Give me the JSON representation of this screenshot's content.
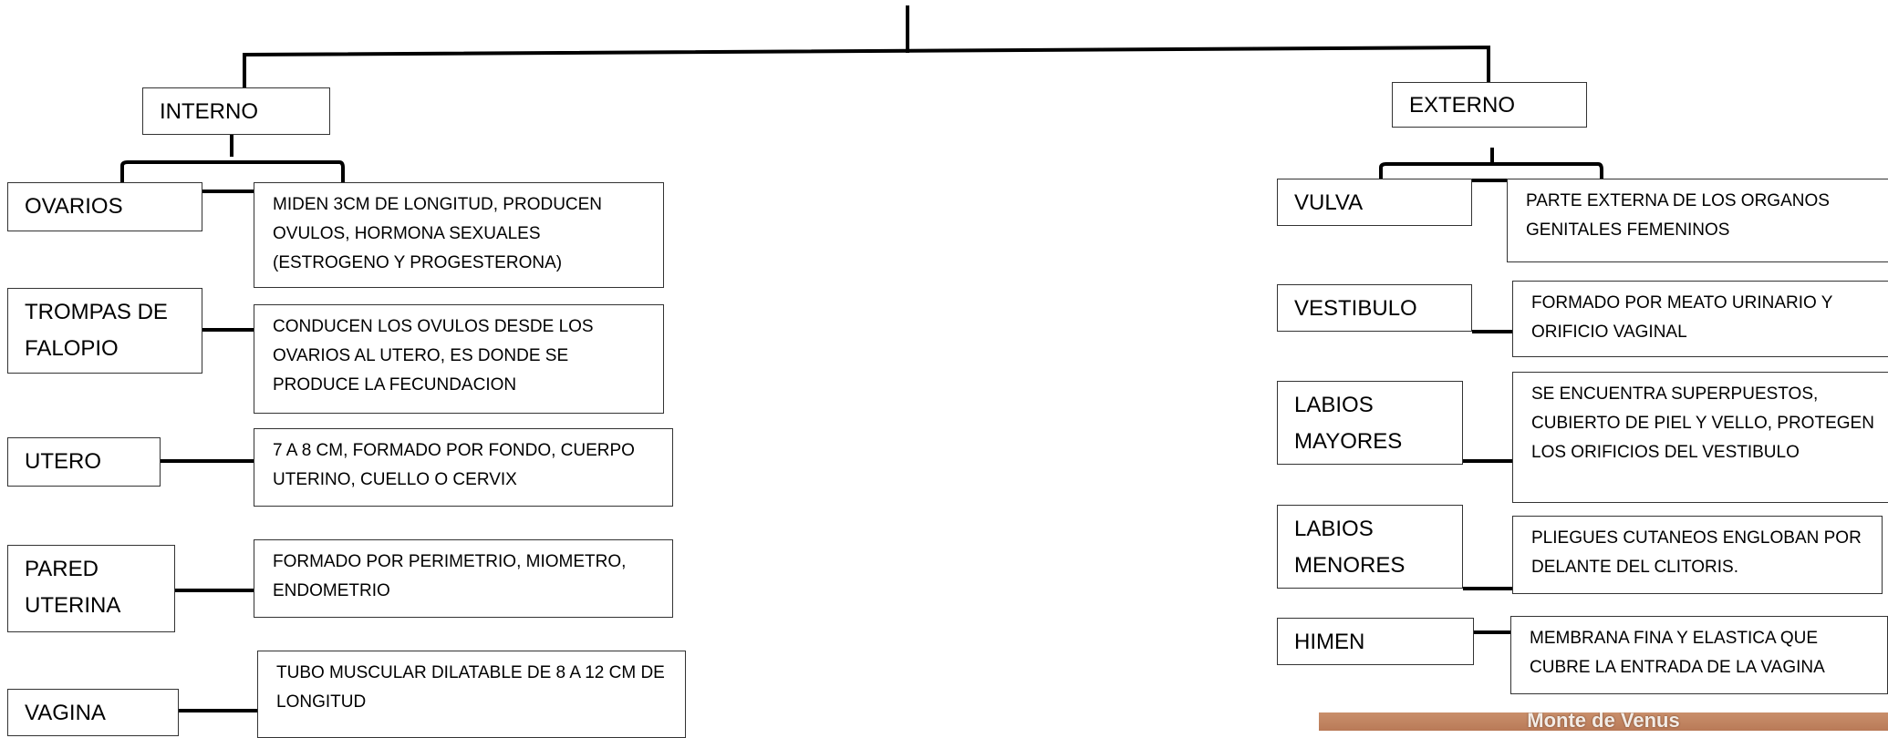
{
  "diagram": {
    "branches": [
      {
        "title": "INTERNO",
        "items": [
          {
            "term": "OVARIOS",
            "description": "MIDEN 3CM DE LONGITUD, PRODUCEN OVULOS, HORMONA  SEXUALES (ESTROGENO Y PROGESTERONA)"
          },
          {
            "term": "TROMPAS DE FALOPIO",
            "description": "CONDUCEN LOS OVULOS DESDE LOS OVARIOS AL UTERO, ES DONDE SE PRODUCE LA FECUNDACION"
          },
          {
            "term": "UTERO",
            "description": "7 A 8 CM, FORMADO POR FONDO, CUERPO UTERINO, CUELLO O CERVIX"
          },
          {
            "term": "PARED UTERINA",
            "description": "FORMADO POR PERIMETRIO, MIOMETRO, ENDOMETRIO"
          },
          {
            "term": "VAGINA",
            "description": "TUBO MUSCULAR DILATABLE DE 8 A 12 CM DE LONGITUD"
          }
        ]
      },
      {
        "title": "EXTERNO",
        "items": [
          {
            "term": "VULVA",
            "description": "PARTE EXTERNA DE LOS ORGANOS GENITALES FEMENINOS"
          },
          {
            "term": "VESTIBULO",
            "description": "FORMADO POR MEATO URINARIO Y ORIFICIO VAGINAL"
          },
          {
            "term": "LABIOS MAYORES",
            "description": "SE ENCUENTRA SUPERPUESTOS, CUBIERTO DE PIEL Y VELLO, PROTEGEN LOS ORIFICIOS DEL VESTIBULO"
          },
          {
            "term": "LABIOS MENORES",
            "description": "PLIEGUES CUTANEOS ENGLOBAN POR DELANTE DEL CLITORIS."
          },
          {
            "term": "HIMEN",
            "description": "MEMBRANA FINA Y ELASTICA QUE CUBRE LA ENTRADA DE LA VAGINA"
          }
        ]
      }
    ],
    "image_caption": "Monte de Venus"
  }
}
